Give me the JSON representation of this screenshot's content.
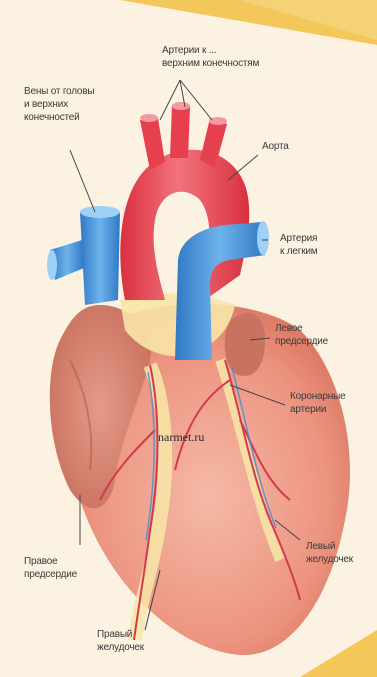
{
  "labels": {
    "arteries_upper": "Артерии к ...\nверхним конечностям",
    "veins_head": "Вены от головы\nи верхних\nконечностей",
    "aorta": "Аорта",
    "lung_artery": "Артерия\nк легким",
    "left_atrium": "Левое\nпредсердие",
    "coronary": "Коронарные\nартерии",
    "left_ventricle": "Левый\nжелудочек",
    "right_atrium": "Правое\nпредсердие",
    "right_ventricle": "Правый\nжелудочек"
  },
  "watermark": "narmet.ru",
  "colors": {
    "background": "#f3c75a",
    "panel": "#fbf2e2",
    "heart": "#ee9a86",
    "aorta": "#e6404f",
    "veins": "#3f8fd6",
    "fat": "#f8e6a8"
  }
}
